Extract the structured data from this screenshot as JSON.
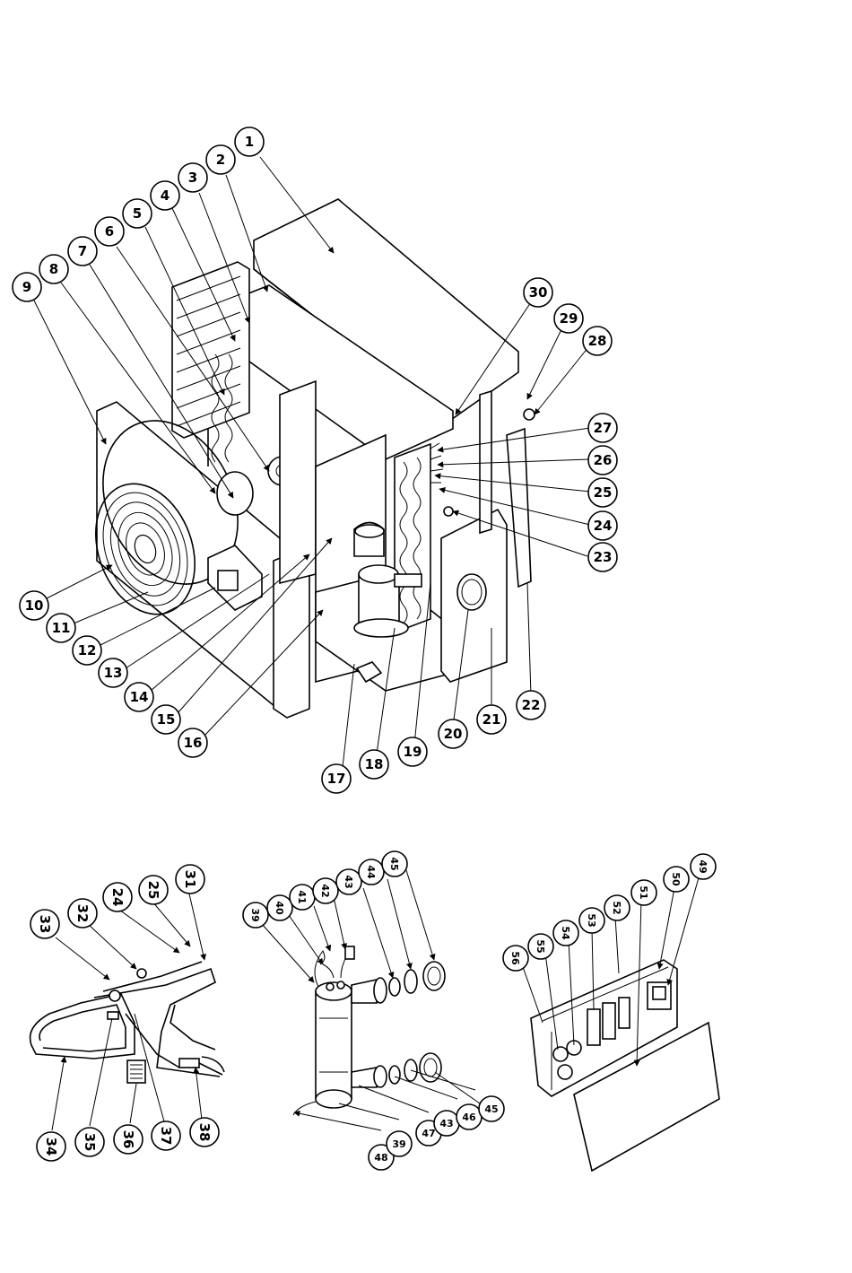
{
  "callouts_main": [
    "1",
    "2",
    "3",
    "4",
    "5",
    "6",
    "7",
    "8",
    "9",
    "10",
    "11",
    "12",
    "13",
    "14",
    "15",
    "16",
    "17",
    "18",
    "19",
    "20",
    "21",
    "22",
    "23",
    "24",
    "25",
    "26",
    "27",
    "28",
    "29",
    "30"
  ],
  "callouts_piping": [
    "31",
    "32",
    "33",
    "34",
    "35",
    "36",
    "37",
    "38",
    "24",
    "25"
  ],
  "callouts_exchanger": [
    "39",
    "40",
    "41",
    "42",
    "43",
    "44",
    "45",
    "46",
    "47",
    "48",
    "43",
    "39",
    "45"
  ],
  "callouts_electrical": [
    "49",
    "50",
    "51",
    "52",
    "53",
    "54",
    "55",
    "56"
  ]
}
